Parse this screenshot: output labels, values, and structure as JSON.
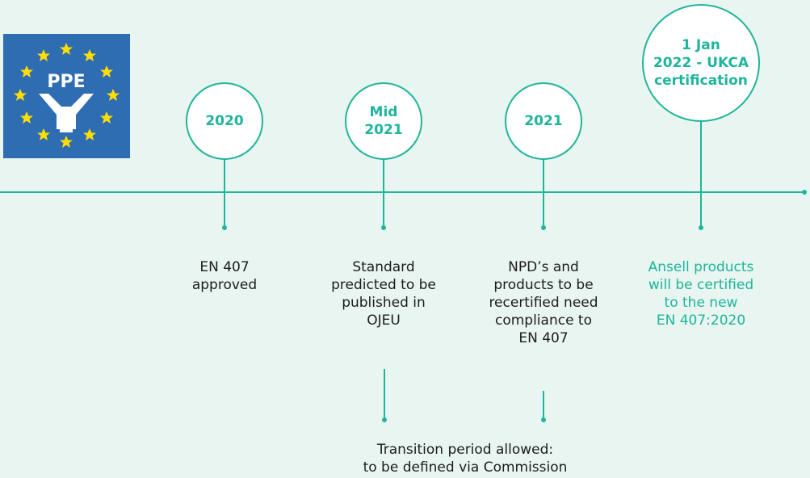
{
  "logo": {
    "text": "PPE"
  },
  "milestones": [
    {
      "date": "2020",
      "description": "EN 407\napproved"
    },
    {
      "date": "Mid\n2021",
      "description": "Standard\npredicted to be\npublished in\nOJEU"
    },
    {
      "date": "2021",
      "description": "NPD’s and\nproducts to be\nrecertified need\ncompliance to\nEN 407"
    },
    {
      "date": "1 Jan\n2022 - UKCA\ncertification",
      "description": "Ansell products\nwill be certified\nto the new\nEN 407:2020"
    }
  ],
  "transition": {
    "text": "Transition period allowed:\nto be defined via Commission"
  },
  "colors": {
    "accent": "#1fb59a",
    "background": "#e8f5f1",
    "text": "#1d1d1b",
    "logo_bg": "#2f6db3",
    "logo_stars": "#ffdd00"
  }
}
